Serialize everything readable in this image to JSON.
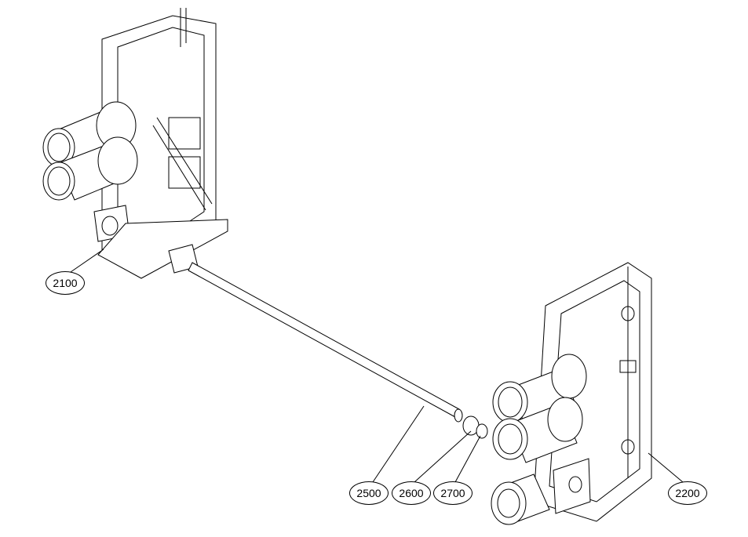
{
  "drawing": {
    "callouts": {
      "left_stand": "2100",
      "shaft": "2500",
      "coupling_a": "2600",
      "coupling_b": "2700",
      "right_stand": "2200"
    },
    "colors": {
      "line": "#000000",
      "background": "#ffffff"
    }
  }
}
